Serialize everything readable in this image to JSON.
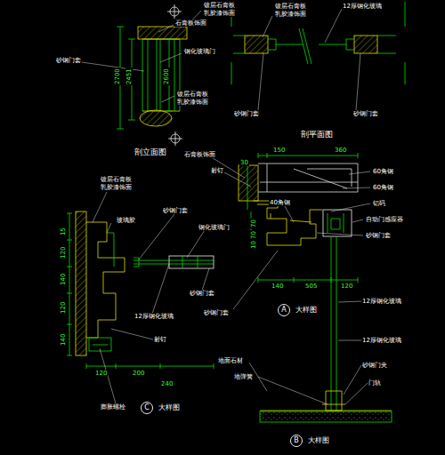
{
  "diagram": {
    "nodes": [
      {
        "text": [
          "A",
          "大样图"
        ]
      },
      {
        "text": [
          "B",
          "大样图"
        ]
      },
      {
        "text": [
          "C",
          "大样图"
        ]
      }
    ],
    "labels": [
      "石膏板饰面",
      "镀层石膏板",
      "乳胶漆饰面",
      "钢化玻璃门",
      "砂钢门套",
      "镀层石膏板",
      "乳胶漆饰面",
      "2700",
      "2451",
      "2600",
      "剖立面图",
      "镀层石膏板",
      "乳胶漆饰面",
      "12厚钢化玻璃",
      "砂钢门套",
      "砂钢门套",
      "剖平面图",
      "150",
      "360",
      "30",
      "石膏板饰面",
      "射钉",
      "40角钢",
      "60角钢",
      "60角钢",
      "铝码",
      "自动门感应器",
      "砂钢门套",
      "70",
      "70",
      "10",
      "140",
      "505",
      "120",
      "砂钢门套",
      "12厚钢化玻璃",
      "地面石材",
      "地弹簧",
      "12厚钢化玻璃",
      "砂钢门夹",
      "门轨",
      "镀层石膏板",
      "乳胶漆饰面",
      "砂钢门套",
      "钢化玻璃门",
      "玻璃胶",
      "砂钢门套",
      "12厚钢化玻璃",
      "射钉",
      "膨胀螺栓",
      "15",
      "120",
      "140",
      "120",
      "140",
      "120",
      "200",
      "240"
    ]
  }
}
